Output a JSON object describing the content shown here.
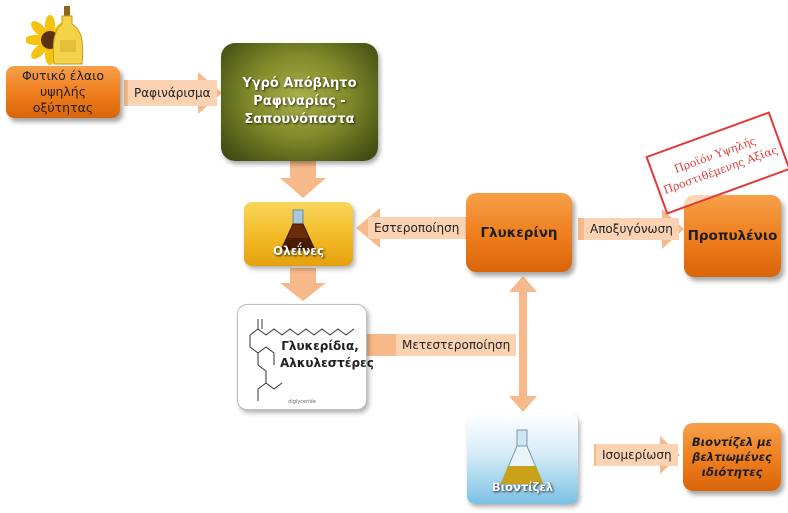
{
  "nodes": {
    "vegetable_oil": "Φυτικό έλαιο υψηλής οξύτητας",
    "refinery_waste": "Υγρό Απόβλητο Ραφιναρίας - Σαπουνόπαστα",
    "oleins": "Ολεΐνες",
    "glycerides": "Γλυκερίδια, Αλκυλεστέρες",
    "glycerides_caption": "diglyceride",
    "glycerin": "Γλυκερίνη",
    "propylene": "Προπυλένιο",
    "biodiesel": "Βιοντίζελ",
    "improved_biodiesel": "Βιοντίζελ με βελτιωμένες ιδιότητες"
  },
  "processes": {
    "refining": "Ραφινάρισμα",
    "esterification": "Εστεροποίηση",
    "deoxygenation": "Αποξυγόνωση",
    "transesterification": "Μετεστεροποίηση",
    "isomerization": "Ισομερίωση"
  },
  "stamp": {
    "line1": "Προϊόν Υψηλής",
    "line2": "Προστιθέμενης Αξίας"
  },
  "colors": {
    "node_orange": "#ee7d1c",
    "arrow_peach": "#f7b98a",
    "stamp_red": "#e23a3a"
  }
}
